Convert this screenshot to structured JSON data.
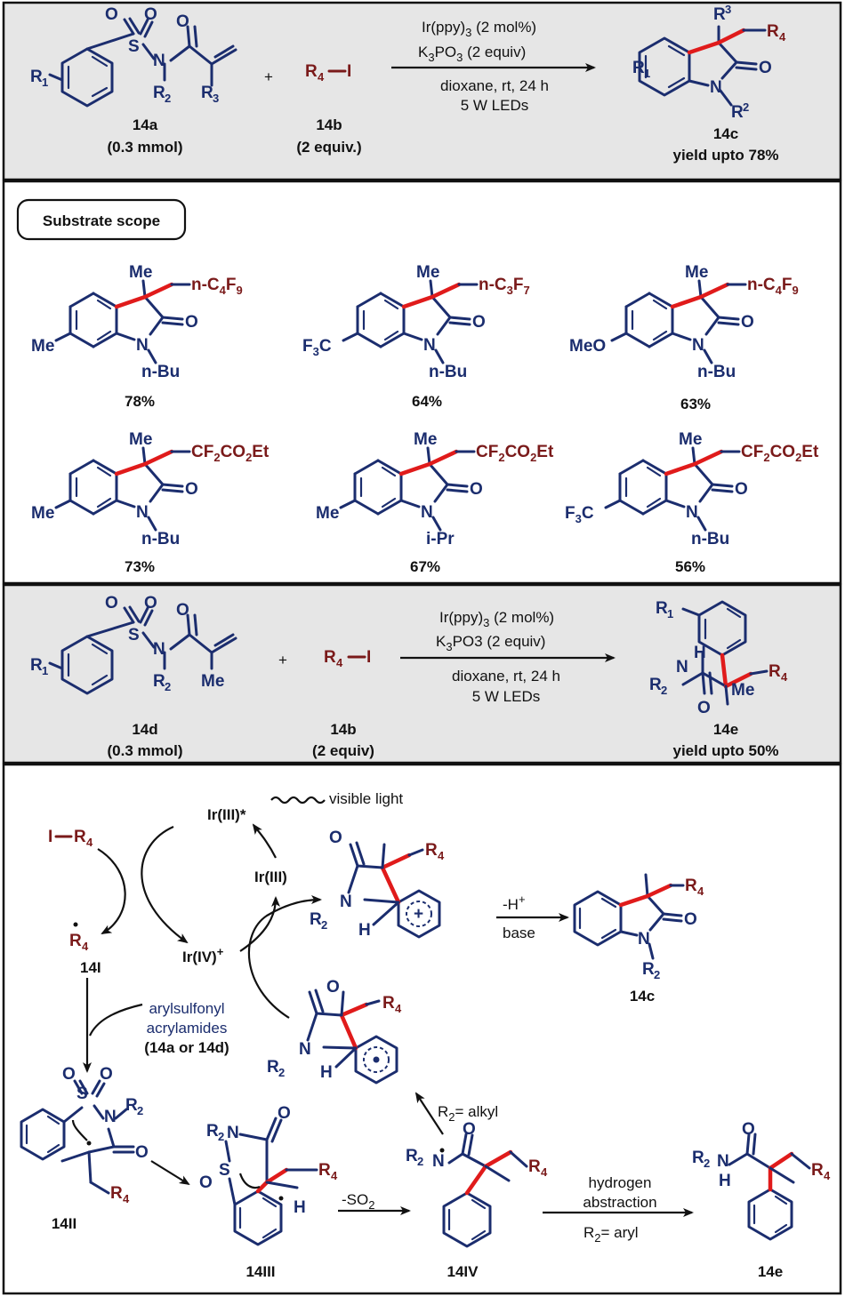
{
  "panel1": {
    "reactant_label": "14a",
    "reactant_amount": "(0.3 mmol)",
    "iodide_label": "14b",
    "iodide_amount": "(2 equiv.)",
    "plus": "+",
    "cond1": "Ir(ppy)",
    "cond1_sub": "3",
    "cond1_tail": " (2 mol%)",
    "cond2_a": "K",
    "cond2_sub1": "3",
    "cond2_b": "PO",
    "cond2_sub2": "3",
    "cond2_tail": " (2 equiv)",
    "cond3": "dioxane, rt, 24 h",
    "cond4": "5 W LEDs",
    "product_label": "14c",
    "product_yield": "yield upto 78%"
  },
  "scope": {
    "title": "Substrate scope",
    "entries": [
      {
        "yield": "78%"
      },
      {
        "yield": "64%"
      },
      {
        "yield": "63%"
      },
      {
        "yield": "73%"
      },
      {
        "yield": "67%"
      },
      {
        "yield": "56%"
      }
    ]
  },
  "panel3": {
    "reactant_label": "14d",
    "reactant_amount": "(0.3 mmol)",
    "iodide_label": "14b",
    "iodide_amount": "(2 equiv)",
    "plus": "+",
    "cond1": "Ir(ppy)",
    "cond1_sub": "3",
    "cond1_tail": " (2 mol%)",
    "cond2_a": "K",
    "cond2_sub1": "3",
    "cond2_b": "PO3 (2 equiv)",
    "cond3": "dioxane, rt, 24 h",
    "cond4": "5 W LEDs",
    "product_label": "14e",
    "product_yield": "yield upto 50%"
  },
  "mechanism": {
    "visible_light": "visible light",
    "ir3_star": "Ir(III)*",
    "ir3": "Ir(III)",
    "ir4": "Ir(IV)",
    "ir4_sup": "+",
    "radical_label": "14I",
    "reagent_line1": "arylsulfonyl",
    "reagent_line2": "acrylamides",
    "reagent_line3": "(14a or 14d)",
    "minus_h": "-H",
    "minus_h_sup": "+",
    "base": "base",
    "product_14c": "14c",
    "r2_alkyl": "R",
    "r2_alkyl_sub": "2",
    "r2_alkyl_tail": "= alkyl",
    "minus_so2": "-SO",
    "minus_so2_sub": "2",
    "h_abs_1": "hydrogen",
    "h_abs_2": "abstraction",
    "r2_aryl": "R",
    "r2_aryl_sub": "2",
    "r2_aryl_tail": "= aryl",
    "int2": "14II",
    "int3": "14III",
    "int4": "14IV",
    "product_14e": "14e"
  },
  "colors": {
    "navy": "#1b2d6e",
    "dark_red": "#7a1a1a",
    "bond_red": "#e01b1b",
    "panel_gray": "#e6e6e6"
  }
}
